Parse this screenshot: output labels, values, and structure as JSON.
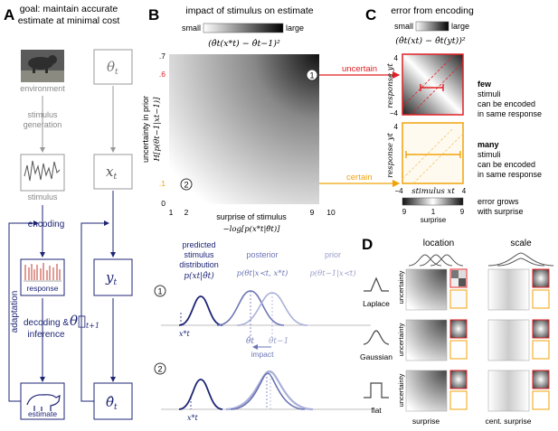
{
  "panelA": {
    "letter": "A",
    "goal_l1": "goal: maintain accurate",
    "goal_l2": "estimate at minimal cost",
    "environment": "environment",
    "stim_gen_l1": "stimulus",
    "stim_gen_l2": "generation",
    "stimulus": "stimulus",
    "encoding": "encoding",
    "response": "response",
    "decoding_l1": "decoding &",
    "decoding_l2": "inference",
    "estimate": "estimate",
    "adaptation": "adaptation",
    "theta_t": "θ",
    "theta_sub": "t",
    "x_t": "x",
    "y_t": "y",
    "theta_hat": "θ̂",
    "theta_next": "θ⃗",
    "theta_next_sub": "t+1"
  },
  "panelB": {
    "letter": "B",
    "title": "impact of stimulus on estimate",
    "small": "small",
    "large": "large",
    "formula": "(θ̂t(x*t) − θ̂t−1)²",
    "y_ticks": [
      ".7",
      ".6",
      ".1",
      "0"
    ],
    "x_ticks": [
      "1",
      "2",
      "9",
      "10"
    ],
    "ylabel_l1": "uncertainty in prior",
    "ylabel_l2": "H[p(θt−1|xt−1)]",
    "xlabel_l1": "surprise of stimulus",
    "xlabel_l2": "−log[p(x*t|θ̂t)]",
    "marker1": "1",
    "marker2": "2",
    "uncertain": "uncertain",
    "certain": "certain",
    "pred_l1": "predicted",
    "pred_l2": "stimulus",
    "pred_l3": "distribution",
    "pred_formula": "p(xt|θ̂t)",
    "posterior": "posterior",
    "posterior_formula": "p(θt|x≺t, x*t)",
    "prior": "prior",
    "prior_formula": "p(θt−1|x≺t)",
    "x_star": "x*t",
    "theta_t_hat": "θ̂t",
    "theta_tm1_hat": "θ̂t−1",
    "impact": "impact",
    "row1": "1",
    "row2": "2"
  },
  "panelC": {
    "letter": "C",
    "title": "error from encoding",
    "small": "small",
    "large": "large",
    "formula": "(θ̂t(xt) − θ̂t(yt))²",
    "ylabel": "response yt",
    "xlabel": "stimulus xt",
    "tick_4": "4",
    "tick_m4": "−4",
    "few_bold": "few",
    "few_l1": "stimuli",
    "few_l2": "can be encoded",
    "few_l3": "in same response",
    "many_bold": "many",
    "many_l1": "stimuli",
    "many_l2": "can be encoded",
    "many_l3": "in same response",
    "bar_l": "9",
    "bar_m": "1",
    "bar_r": "9",
    "bar_label": "surprise",
    "error_l1": "error grows",
    "error_l2": "with surprise"
  },
  "panelD": {
    "letter": "D",
    "location": "location",
    "scale": "scale",
    "rows": [
      "Laplace",
      "Gaussian",
      "flat"
    ],
    "uncertainty": "uncertainty",
    "surprise": "surprise",
    "cent_surprise": "cent. surprise"
  },
  "colors": {
    "navy": "#1d2474",
    "red": "#e02025",
    "orange": "#f0a30a",
    "gray": "#8a8a8a",
    "lightblue": "#8f98c8"
  }
}
